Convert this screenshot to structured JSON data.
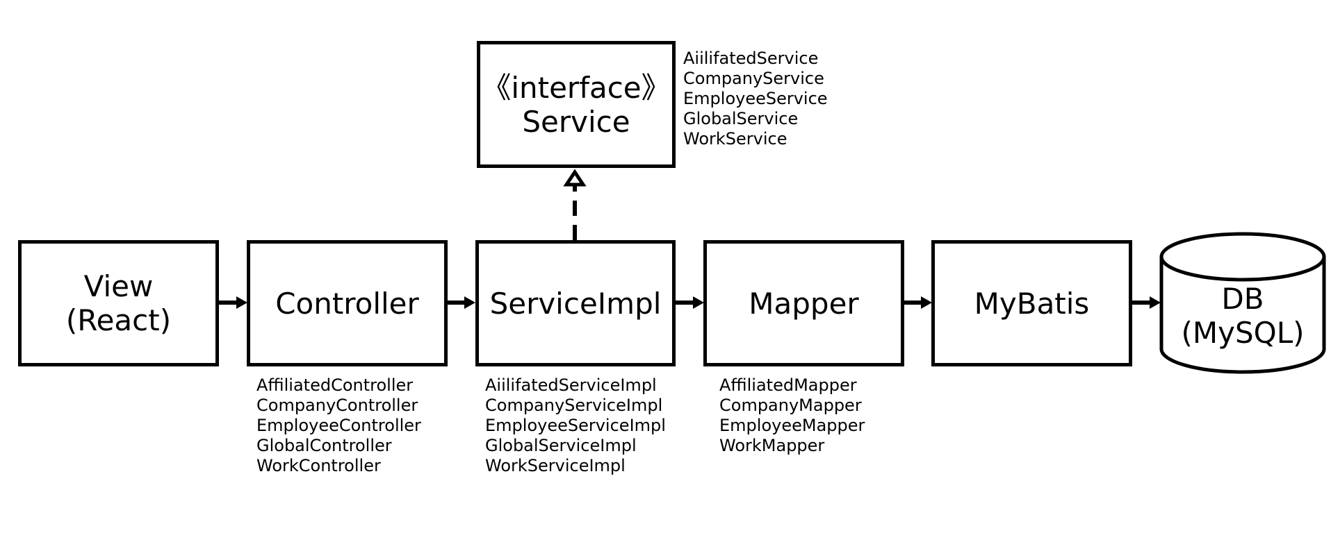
{
  "interface": {
    "label": "《interface》\nService"
  },
  "layers": {
    "view": {
      "label": "View\n(React)"
    },
    "controller": {
      "label": "Controller"
    },
    "service_impl": {
      "label": "ServiceImpl"
    },
    "mapper": {
      "label": "Mapper"
    },
    "mybatis": {
      "label": "MyBatis"
    },
    "db": {
      "label": "DB\n(MySQL)"
    }
  },
  "lists": {
    "service": [
      "AiilifatedService",
      "CompanyService",
      "EmployeeService",
      "GlobalService",
      "WorkService"
    ],
    "controller": [
      "AffiliatedController",
      "CompanyController",
      "EmployeeController",
      "GlobalController",
      "WorkController"
    ],
    "service_impl": [
      "AiilifatedServiceImpl",
      "CompanyServiceImpl",
      "EmployeeServiceImpl",
      "GlobalServiceImpl",
      "WorkServiceImpl"
    ],
    "mapper": [
      "AffiliatedMapper",
      "CompanyMapper",
      "EmployeeMapper",
      "WorkMapper"
    ]
  }
}
